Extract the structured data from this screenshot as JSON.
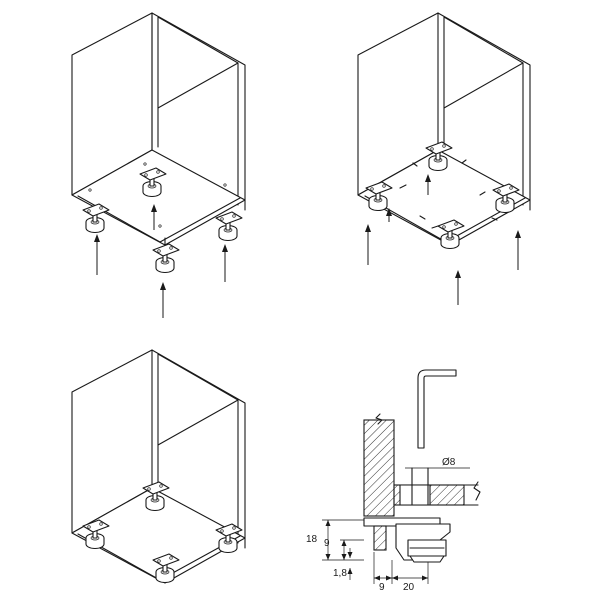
{
  "dimensions": {
    "diameter": "Ø8",
    "height_18": "18",
    "height_9": "9",
    "gap_1_8": "1,8",
    "width_9": "9",
    "width_20": "20"
  }
}
